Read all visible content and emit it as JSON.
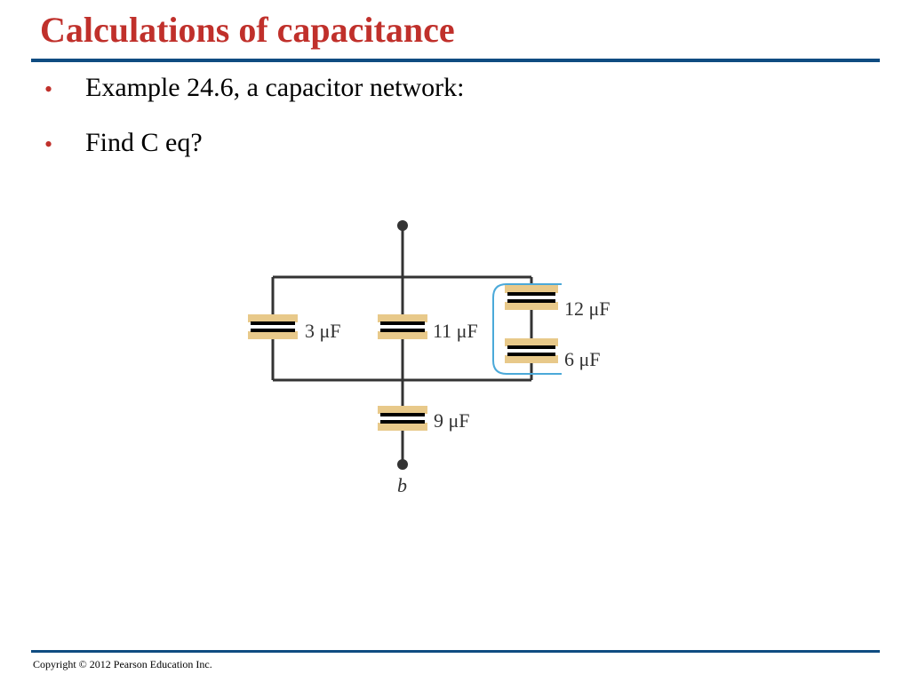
{
  "slide": {
    "title": "Calculations of capacitance",
    "bullets": [
      {
        "symbol": "•",
        "text": "Example 24.6, a capacitor network:"
      },
      {
        "symbol": "•",
        "text": "Find C eq?"
      }
    ],
    "footer": "Copyright © 2012 Pearson Education Inc."
  },
  "diagram": {
    "capacitors": [
      {
        "name": "3",
        "label": "3 μF"
      },
      {
        "name": "11",
        "label": "11 μF"
      },
      {
        "name": "12",
        "label": "12 μF"
      },
      {
        "name": "6",
        "label": "6 μF"
      },
      {
        "name": "9",
        "label": "9 μF"
      }
    ],
    "terminal_b": "b"
  },
  "colors": {
    "title": "#c0302b",
    "rule": "#0f4c81",
    "wire": "#333333",
    "plate_fill": "#e8c98a",
    "bracket": "#4ba9d9"
  }
}
